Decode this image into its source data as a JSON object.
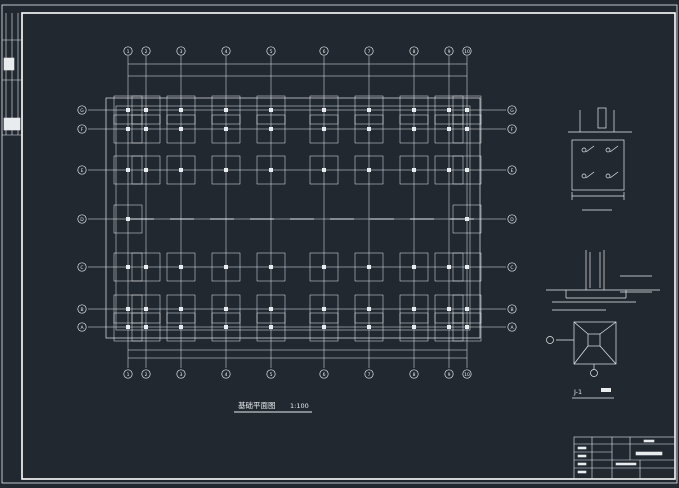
{
  "drawing": {
    "plan_title": "基础平面图",
    "plan_scale": "1:100",
    "detail_title": "J-1",
    "columns_top": [
      "1",
      "2",
      "3",
      "4",
      "5",
      "6",
      "7",
      "8",
      "9",
      "10"
    ],
    "rows_left": [
      "G",
      "F",
      "E",
      "D",
      "C",
      "B",
      "A"
    ],
    "colors": {
      "background": "#212830",
      "line": "#e8ecef",
      "frame": "#ffffff"
    }
  }
}
